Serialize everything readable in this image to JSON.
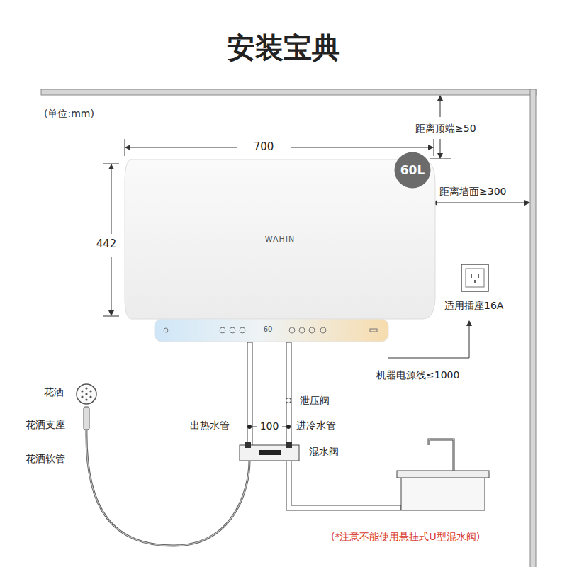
{
  "diagram": {
    "title": "安装宝典",
    "nodes": [
      {
        "text": [
          "WAHIN"
        ]
      },
      {
        "text": [
          "60L"
        ]
      }
    ],
    "labels": [
      "(单位:mm)",
      "700",
      "距离顶端≥50",
      "距离墙面≥300",
      "442",
      "适用插座16A",
      "机器电源线≤1000",
      "花洒",
      "泄压阀",
      "花洒支座",
      "出热水管",
      "100",
      "进冷水管",
      "花洒软管",
      "混水阀",
      "(*注意不能使用悬挂式U型混水阀)",
      "60"
    ]
  }
}
